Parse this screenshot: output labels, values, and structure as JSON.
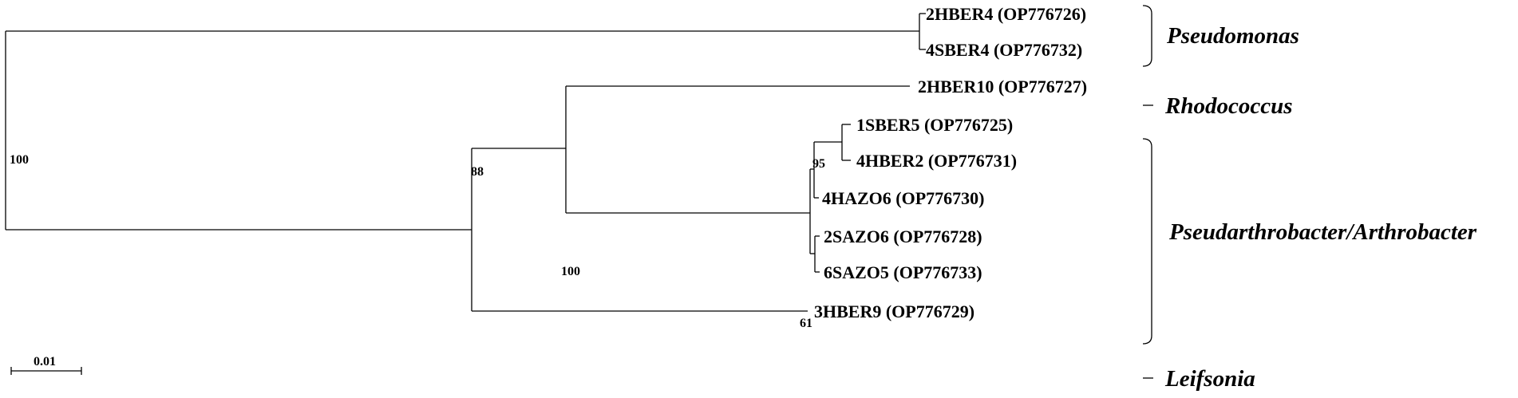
{
  "taxa": {
    "t1": "2HBER4 (OP776726)",
    "t2": "4SBER4 (OP776732)",
    "t3": "2HBER10 (OP776727)",
    "t4": "1SBER5 (OP776725)",
    "t5": "4HBER2 (OP776731)",
    "t6": "4HAZO6 (OP776730)",
    "t7": "2SAZO6 (OP776728)",
    "t8": "6SAZO5 (OP776733)",
    "t9": "3HBER9 (OP776729)"
  },
  "bootstrap": {
    "root": "100",
    "node_88": "88",
    "node_100": "100",
    "node_95": "95",
    "node_61": "61"
  },
  "groups": {
    "pseudomonas": "Pseudomonas",
    "rhodococcus": "Rhodococcus",
    "pseudarthrobacter": "Pseudarthrobacter/Arthrobacter",
    "leifsonia": "Leifsonia"
  },
  "scale_bar": {
    "label": "0.01"
  }
}
